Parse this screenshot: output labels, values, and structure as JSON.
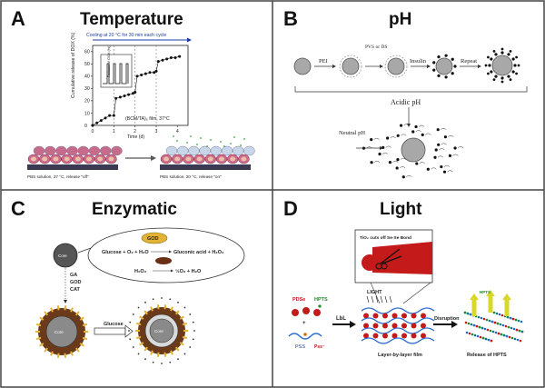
{
  "panels": {
    "a": {
      "letter": "A",
      "title": "Temperature",
      "cycle_note": "Cooling at 20 °C for 30 min each cycle",
      "ylabel": "Cumulative release of DOX (%)",
      "xlabel": "Time (d)",
      "series_label": "(BCM/TA)₅ film, 37°C",
      "inset_ylabel": "Release of DOX (%)",
      "x_ticks": [
        "0",
        "1",
        "2",
        "3",
        "4"
      ],
      "y_ticks": [
        "0",
        "10",
        "20",
        "30",
        "40",
        "50",
        "60"
      ],
      "caption_left": "PBS solution, 37 °C, release \"off\"",
      "caption_right": "PBS solution, 20 °C, release \"on\""
    },
    "b": {
      "letter": "B",
      "title": "pH",
      "step1": "PEI",
      "step2": "PVS or DS",
      "step3": "Insulin",
      "step4": "Repeat",
      "acidic": "Acidic pH",
      "neutral": "Neutral pH"
    },
    "c": {
      "letter": "C",
      "title": "Enzymatic",
      "core_label": "Core",
      "god": "GOD",
      "reaction1": "Glucose + O₂ + H₂O",
      "reaction1_product": "Gluconic acid + H₂O₂",
      "reaction2": "H₂O₂",
      "reaction2_product": "½O₂ + H₂O",
      "coat_ga": "GA",
      "coat_god": "GOD",
      "coat_cat": "CAT",
      "glucose": "Glucose"
    },
    "d": {
      "letter": "D",
      "title": "Light",
      "callout": "TiO₂ cuts off Se-Se Bond",
      "pdse": "PDSe",
      "hpts": "HPTS",
      "light": "LIGHT",
      "lbl": "LbL",
      "disruption": "Disruption",
      "pss": "PSS",
      "pss_minus": "Pss⁻",
      "film": "Layer-by-layer film",
      "release": "Release of HPTS",
      "hpts_top": "HPTS"
    }
  },
  "chart_data": {
    "type": "scatter",
    "title": "",
    "xlabel": "Time (d)",
    "ylabel": "Cumulative release of DOX (%)",
    "xlim": [
      0,
      4.5
    ],
    "ylim": [
      0,
      65
    ],
    "series": [
      {
        "name": "(BCM/TA)₅ film, 37°C",
        "x": [
          0,
          0.2,
          0.4,
          0.6,
          0.8,
          1.0,
          1.1,
          1.3,
          1.5,
          1.7,
          1.9,
          2.0,
          2.1,
          2.3,
          2.5,
          2.7,
          2.9,
          3.0,
          3.1,
          3.3,
          3.5,
          3.7,
          3.9,
          4.1
        ],
        "y": [
          0,
          2,
          4,
          6,
          8,
          8,
          22,
          23,
          24,
          25,
          26,
          27,
          40,
          41,
          42,
          43,
          43,
          44,
          52,
          53,
          54,
          55,
          55,
          56
        ]
      }
    ],
    "colors": {
      "marker": "#111111",
      "cycle_arrow": "#1a3aa8"
    }
  }
}
